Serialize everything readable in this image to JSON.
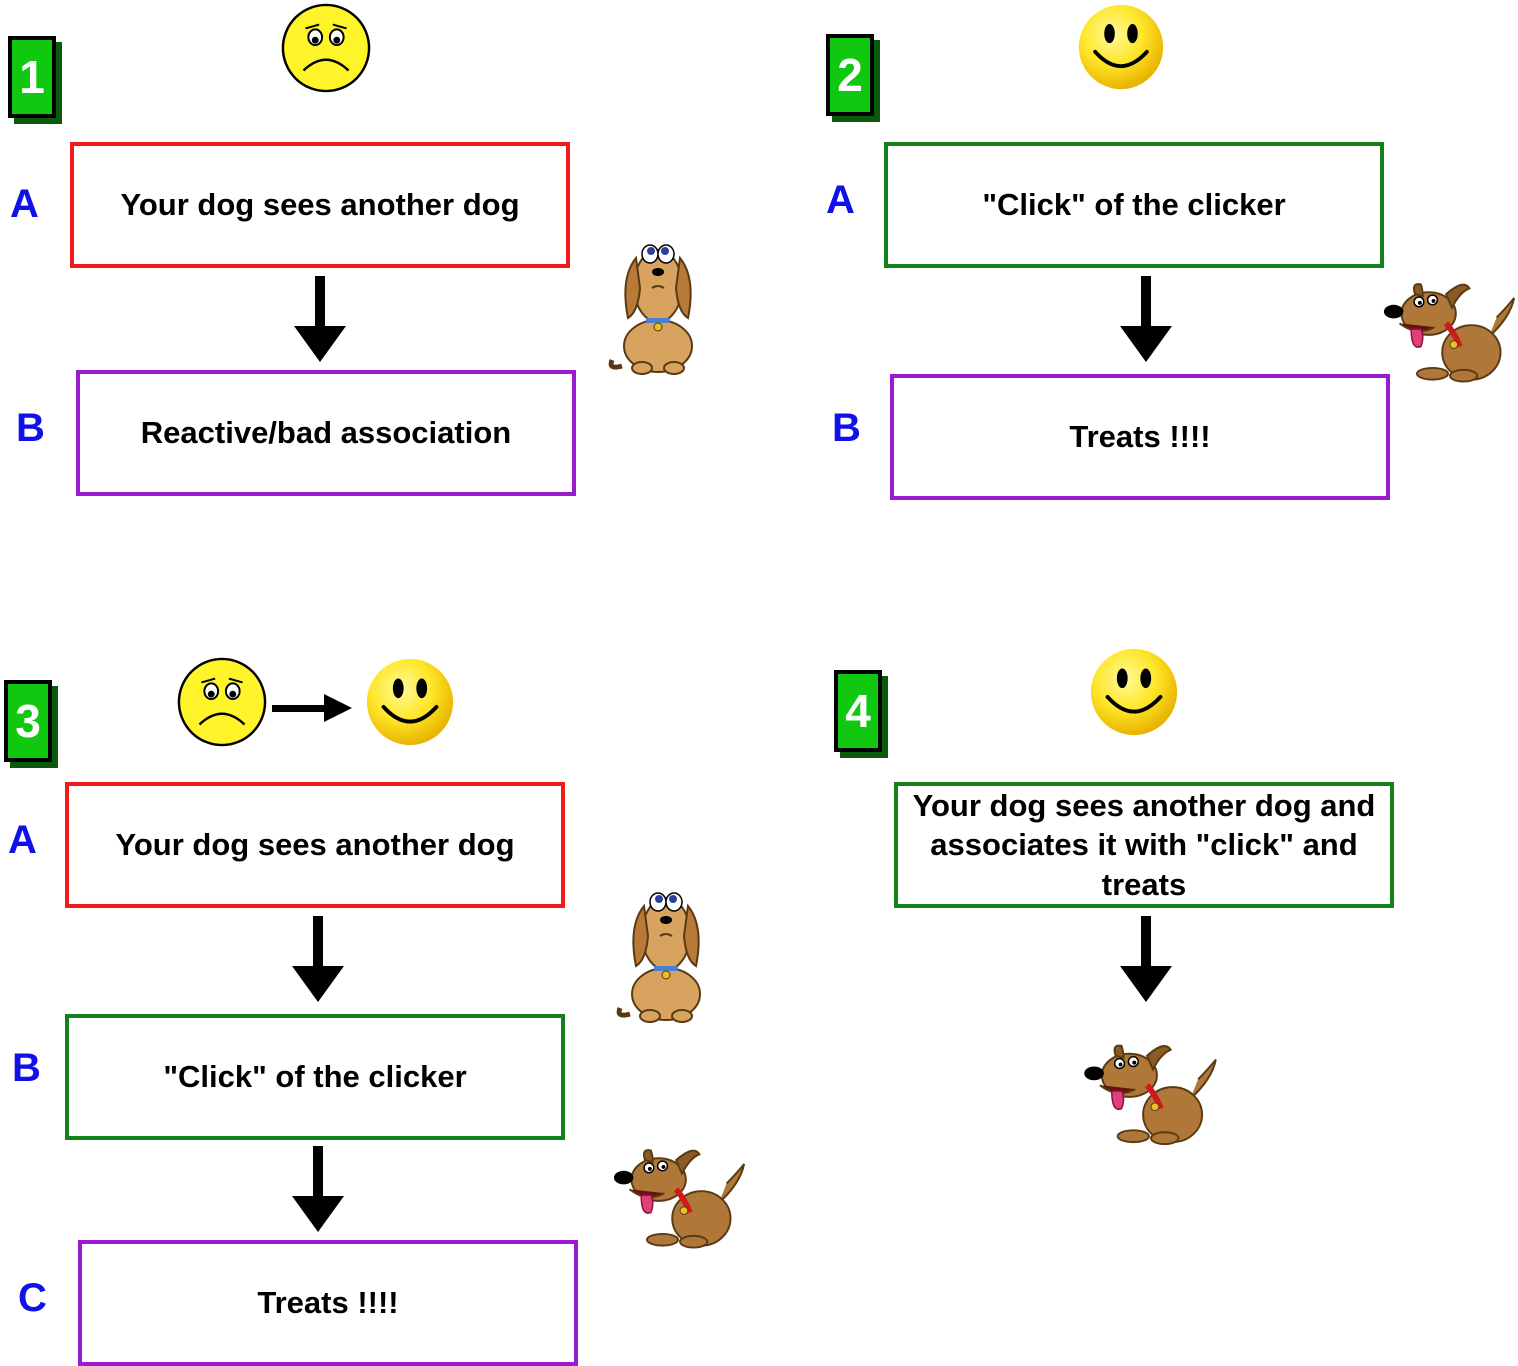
{
  "panels": [
    {
      "number": "1",
      "mood": "sad",
      "steps": [
        {
          "letter": "A",
          "text": "Your dog sees another dog",
          "color": "#f01c1c"
        },
        {
          "letter": "B",
          "text": "Reactive/bad association",
          "color": "#9a1ad0"
        }
      ],
      "dog_icons": [
        "sad-dog-icon"
      ]
    },
    {
      "number": "2",
      "mood": "happy",
      "steps": [
        {
          "letter": "A",
          "text": "\"Click\" of the clicker",
          "color": "#14801a"
        },
        {
          "letter": "B",
          "text": "Treats !!!!",
          "color": "#9a1ad0"
        }
      ],
      "dog_icons": [
        "happy-dog-icon"
      ]
    },
    {
      "number": "3",
      "mood": "sad-to-happy",
      "steps": [
        {
          "letter": "A",
          "text": "Your dog sees another dog",
          "color": "#f01c1c"
        },
        {
          "letter": "B",
          "text": "\"Click\" of the clicker",
          "color": "#14801a"
        },
        {
          "letter": "C",
          "text": "Treats !!!!",
          "color": "#9a1ad0"
        }
      ],
      "dog_icons": [
        "sad-dog-icon",
        "happy-dog-icon"
      ]
    },
    {
      "number": "4",
      "mood": "happy",
      "steps": [
        {
          "letter": "",
          "text": "Your dog sees another dog and associates it with \"click\" and treats",
          "color": "#14801a"
        }
      ],
      "dog_icons": [
        "happy-dog-icon"
      ]
    }
  ],
  "colors": {
    "badge": "#0fc80f",
    "letters": "#1010e8",
    "emoji": "#ffe629"
  }
}
